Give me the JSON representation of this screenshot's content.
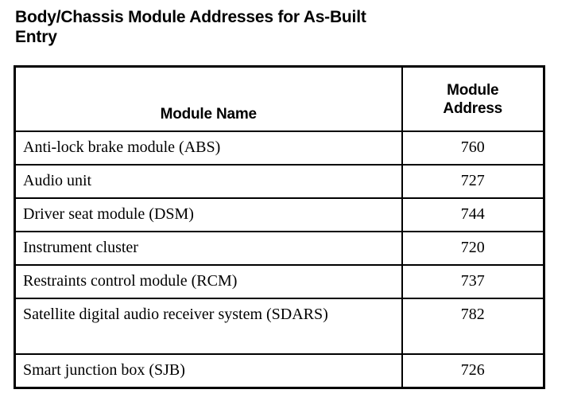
{
  "page": {
    "title": "Body/Chassis Module Addresses for As-Built\nEntry",
    "background_color": "#ffffff",
    "text_color": "#000000",
    "border_color": "#000000"
  },
  "table": {
    "columns": [
      {
        "key": "module_name",
        "header": "Module Name",
        "align": "center"
      },
      {
        "key": "module_address",
        "header": "Module\nAddress",
        "align": "center"
      }
    ],
    "rows": [
      {
        "module_name": "Anti-lock brake module (ABS)",
        "module_address": "760"
      },
      {
        "module_name": "Audio unit",
        "module_address": "727"
      },
      {
        "module_name": "Driver seat module (DSM)",
        "module_address": "744"
      },
      {
        "module_name": "Instrument cluster",
        "module_address": "720"
      },
      {
        "module_name": "Restraints control module (RCM)",
        "module_address": "737"
      },
      {
        "module_name": "Satellite digital audio receiver system (SDARS)",
        "module_address": "782"
      },
      {
        "module_name": "Smart junction box (SJB)",
        "module_address": "726"
      }
    ]
  }
}
